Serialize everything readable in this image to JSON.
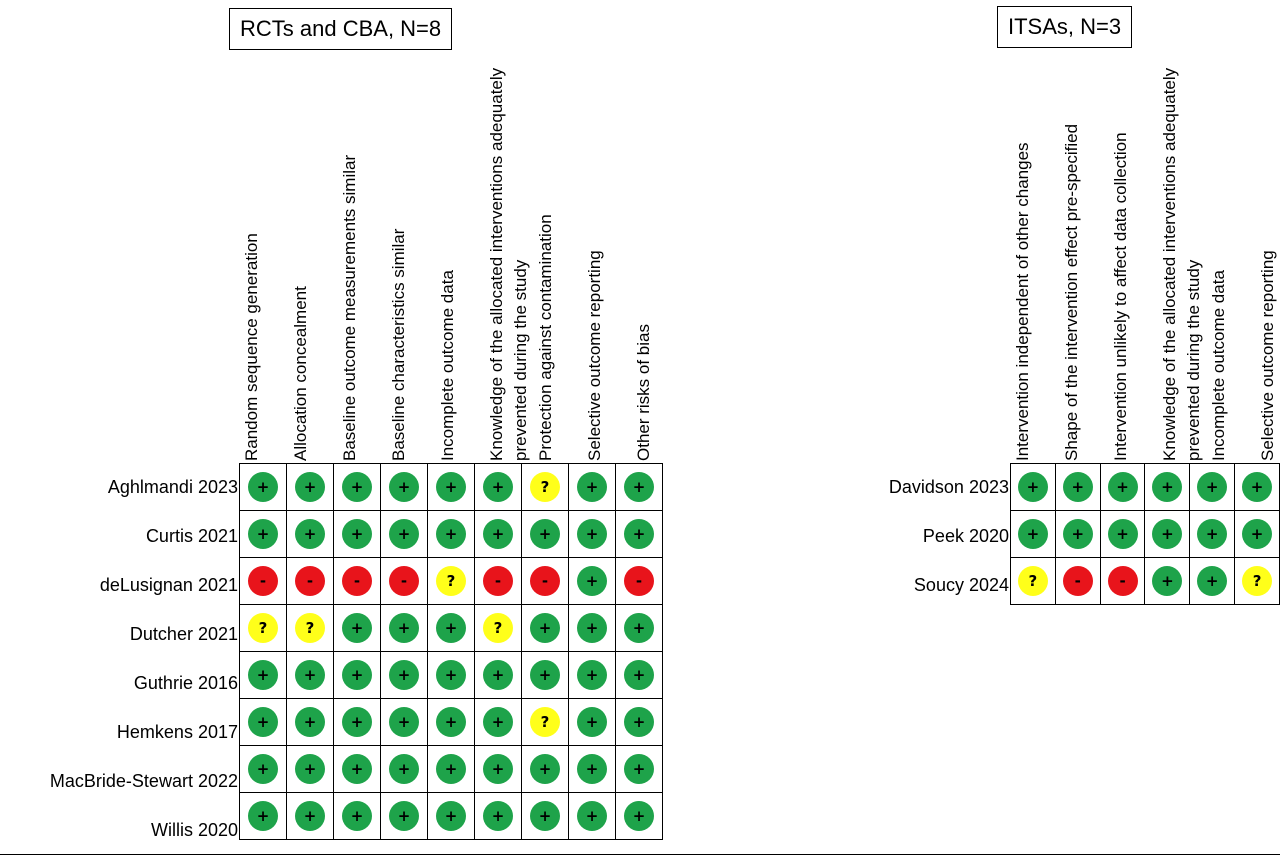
{
  "colors": {
    "low": "#1ea34a",
    "high": "#e8141b",
    "unclear": "#ffff1a"
  },
  "symbols": {
    "low": "+",
    "high": "-",
    "unclear": "?"
  },
  "panels": [
    {
      "id": "rct",
      "title": "RCTs and CBA, N=8",
      "columns": [
        [
          "Random sequence generation"
        ],
        [
          "Allocation concealment"
        ],
        [
          "Baseline outcome measurements similar"
        ],
        [
          "Baseline characteristics similar"
        ],
        [
          "Incomplete outcome data"
        ],
        [
          "Knowledge of the allocated interventions adequately",
          "prevented during the study"
        ],
        [
          "Protection against contamination"
        ],
        [
          "Selective outcome reporting"
        ],
        [
          "Other risks of bias"
        ]
      ],
      "rows": [
        {
          "study": "Aghlmandi 2023",
          "ratings": [
            "low",
            "low",
            "low",
            "low",
            "low",
            "low",
            "unclear",
            "low",
            "low"
          ]
        },
        {
          "study": "Curtis 2021",
          "ratings": [
            "low",
            "low",
            "low",
            "low",
            "low",
            "low",
            "low",
            "low",
            "low"
          ]
        },
        {
          "study": "deLusignan 2021",
          "ratings": [
            "high",
            "high",
            "high",
            "high",
            "unclear",
            "high",
            "high",
            "low",
            "high"
          ]
        },
        {
          "study": "Dutcher 2021",
          "ratings": [
            "unclear",
            "unclear",
            "low",
            "low",
            "low",
            "unclear",
            "low",
            "low",
            "low"
          ]
        },
        {
          "study": "Guthrie 2016",
          "ratings": [
            "low",
            "low",
            "low",
            "low",
            "low",
            "low",
            "low",
            "low",
            "low"
          ]
        },
        {
          "study": "Hemkens 2017",
          "ratings": [
            "low",
            "low",
            "low",
            "low",
            "low",
            "low",
            "unclear",
            "low",
            "low"
          ]
        },
        {
          "study": "MacBride-Stewart 2022",
          "ratings": [
            "low",
            "low",
            "low",
            "low",
            "low",
            "low",
            "low",
            "low",
            "low"
          ]
        },
        {
          "study": "Willis 2020",
          "ratings": [
            "low",
            "low",
            "low",
            "low",
            "low",
            "low",
            "low",
            "low",
            "low"
          ]
        }
      ]
    },
    {
      "id": "itsa",
      "title": "ITSAs, N=3",
      "columns": [
        [
          "Intervention independent of other changes"
        ],
        [
          "Shape of the intervention effect pre-specified"
        ],
        [
          "Intervention unlikely to affect data collection"
        ],
        [
          "Knowledge of the allocated interventions adequately",
          "prevented during the study"
        ],
        [
          "Incomplete outcome data"
        ],
        [
          "Selective outcome reporting"
        ]
      ],
      "rows": [
        {
          "study": "Davidson 2023",
          "ratings": [
            "low",
            "low",
            "low",
            "low",
            "low",
            "low"
          ]
        },
        {
          "study": "Peek 2020",
          "ratings": [
            "low",
            "low",
            "low",
            "low",
            "low",
            "low"
          ]
        },
        {
          "study": "Soucy 2024",
          "ratings": [
            "unclear",
            "high",
            "high",
            "low",
            "low",
            "unclear"
          ]
        }
      ]
    }
  ]
}
